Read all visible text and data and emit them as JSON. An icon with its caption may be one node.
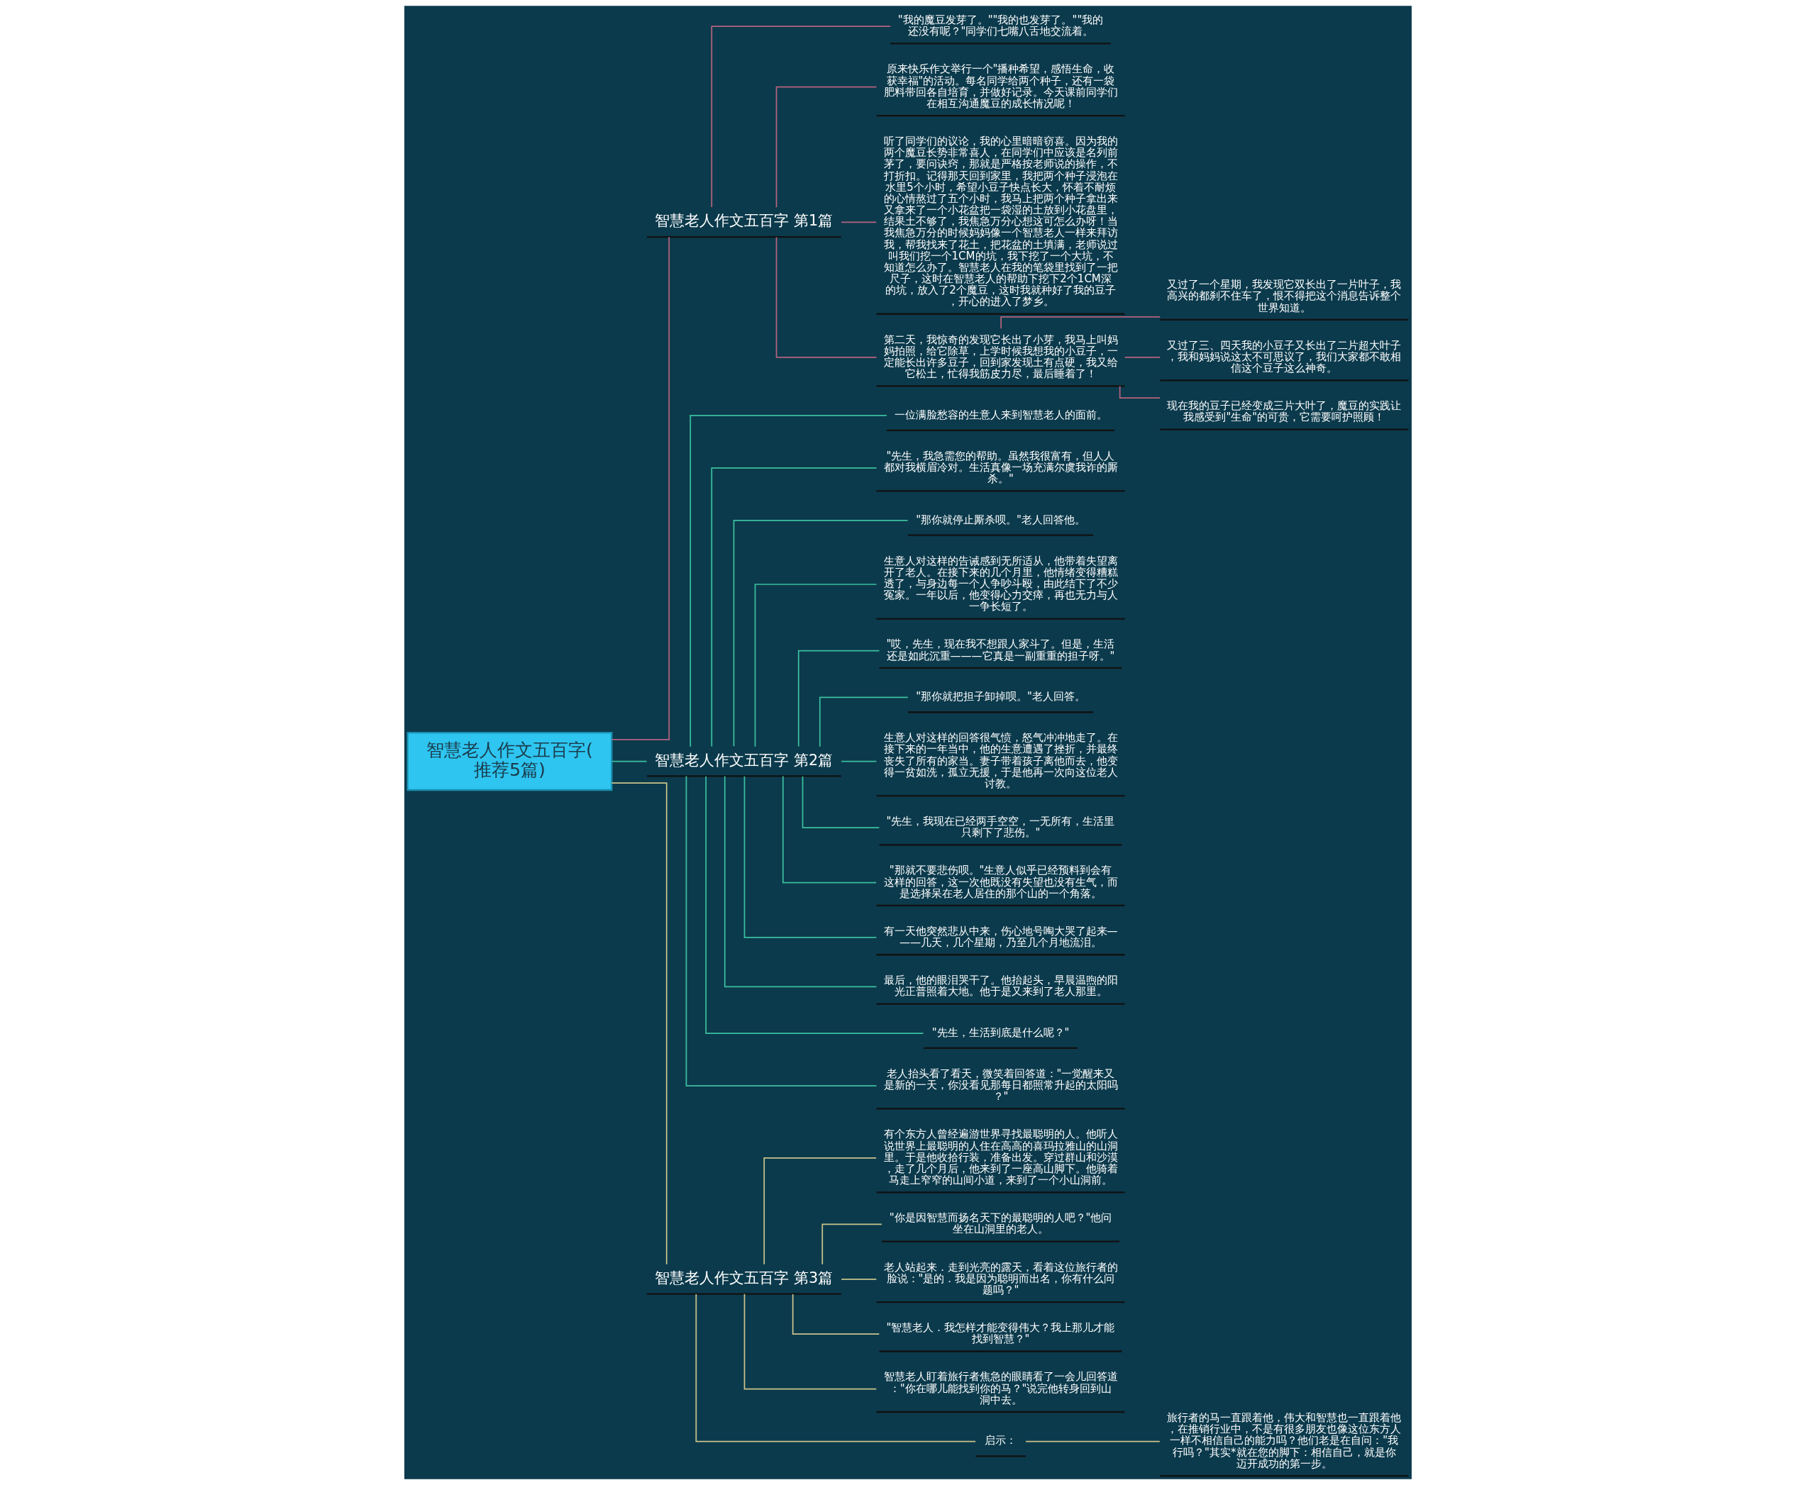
{
  "diagram": {
    "nodes": [
      {
        "text": [
          "智慧老人作文五百字(推荐5篇)"
        ]
      },
      {
        "text": [
          "智慧老人作文五百字 第1篇"
        ]
      },
      {
        "text": [
          "\"我的魔豆发芽了。\"\"我的也发芽了。\"\"我的还没有呢？\"同学们七嘴八舌地交流着。"
        ]
      },
      {
        "text": [
          "原来快乐作文举行一个\"播种希望，感悟生命，收获幸福\"的活动。每名同学给两个种子，还有一袋肥料带回各自培育，并做好记录。今天课前同学们在相互沟通魔豆的成长情况呢！"
        ]
      },
      {
        "text": [
          "听了同学们的议论，我的心里暗暗窃喜。因为我的两个魔豆长势非常喜人，在同学们中应该是名列前茅了，要问诀窍，那就是严格按老师说的操作，不打折扣。记得那天回到家里，我把两个种子浸泡在水里5个小时，希望小豆子快点长大，怀着不耐烦的心情熬过了五个小时，我马上把两个种子拿出来又拿来了一个小花盆把一袋湿的土放到小花盘里，结果土不够了，我焦急万分心想这可怎么办呀！当我焦急万分的时候妈妈像一个智慧老人一样来拜访我，帮我找来了花土，把花盆的土填满，老师说过叫我们挖一个1CM的坑，我下挖了一个大坑，不知道怎么办了。智慧老人在我的笔袋里找到了一把尺子，这时在智慧老人的帮助下挖下2个1CM深的坑，放入了2个魔豆，这时我就种好了我的豆子，开心的进入了梦乡。"
        ]
      },
      {
        "text": [
          "第二天，我惊奇的发现它长出了小芽，我马上叫妈妈拍照，给它除草，上学时候我想我的小豆子，一定能长出许多豆子，回到家发现土有点硬，我又给它松土，忙得我筋皮力尽，最后睡着了！"
        ]
      },
      {
        "text": [
          "又过了一个星期，我发现它双长出了一片叶子，我高兴的都刹不住车了，恨不得把这个消息告诉整个世界知道。"
        ]
      },
      {
        "text": [
          "又过了三、四天我的小豆子又长出了二片超大叶子，我和妈妈说这太不可思议了，我们大家都不敢相信这个豆子这么神奇。"
        ]
      },
      {
        "text": [
          "现在我的豆子已经变成三片大叶了，魔豆的实践让我感受到\"生命\"的可贵，它需要呵护照顾！"
        ]
      },
      {
        "text": [
          "智慧老人作文五百字 第2篇"
        ]
      },
      {
        "text": [
          "一位满脸愁容的生意人来到智慧老人的面前。"
        ]
      },
      {
        "text": [
          "\"先生，我急需您的帮助。虽然我很富有，但人人都对我横眉冷对。生活真像一场充满尔虞我诈的厮杀。\""
        ]
      },
      {
        "text": [
          "\"那你就停止厮杀呗。\"老人回答他。"
        ]
      },
      {
        "text": [
          "生意人对这样的告诫感到无所适从，他带着失望离开了老人。在接下来的几个月里，他情绪变得糟糕透了，与身边每一个人争吵斗殴，由此结下了不少冤家。一年以后，他变得心力交瘁，再也无力与人一争长短了。"
        ]
      },
      {
        "text": [
          "\"哎，先生，现在我不想跟人家斗了。但是，生活还是如此沉重———它真是一副重重的担子呀。\""
        ]
      },
      {
        "text": [
          "\"那你就把担子卸掉呗。\"老人回答。"
        ]
      },
      {
        "text": [
          "生意人对这样的回答很气愤，怒气冲冲地走了。在接下来的一年当中，他的生意遭遇了挫折，并最终丧失了所有的家当。妻子带着孩子离他而去，他变得一贫如洗，孤立无援，于是他再一次向这位老人讨教。"
        ]
      },
      {
        "text": [
          "\"先生，我现在已经两手空空，一无所有，生活里只剩下了悲伤。\""
        ]
      },
      {
        "text": [
          "\"那就不要悲伤呗。\"生意人似乎已经预料到会有这样的回答，这一次他既没有失望也没有生气，而是选择呆在老人居住的那个山的一个角落。"
        ]
      },
      {
        "text": [
          "有一天他突然悲从中来，伤心地号啕大哭了起来———几天，几个星期，乃至几个月地流泪。"
        ]
      },
      {
        "text": [
          "最后，他的眼泪哭干了。他抬起头，早晨温煦的阳光正普照着大地。他于是又来到了老人那里。"
        ]
      },
      {
        "text": [
          "\"先生，生活到底是什么呢？\""
        ]
      },
      {
        "text": [
          "老人抬头看了看天，微笑着回答道：\"一觉醒来又是新的一天，你没看见那每日都照常升起的太阳吗？\""
        ]
      },
      {
        "text": [
          "智慧老人作文五百字 第3篇"
        ]
      },
      {
        "text": [
          "有个东方人曾经遍游世界寻找最聪明的人。他听人说世界上最聪明的人住在高高的喜玛拉雅山的山洞里。于是他收拾行装，准备出发。穿过群山和沙漠，走了几个月后，他来到了一座高山脚下。他骑着马走上窄窄的山间小道，来到了一个小山洞前。"
        ]
      },
      {
        "text": [
          "\"你是因智慧而扬名天下的最聪明的人吧？\"他问坐在山洞里的老人。"
        ]
      },
      {
        "text": [
          "老人站起来．走到光亮的露天，看着这位旅行者的脸说：\"是的．我是因为聪明而出名，你有什么问题吗？\""
        ]
      },
      {
        "text": [
          "\"智慧老人．我怎样才能变得伟大？我上那儿才能找到智慧？\""
        ]
      },
      {
        "text": [
          "智慧老人盯着旅行者焦急的眼睛看了一会儿回答道：\"你在哪儿能找到你的马？\"说完他转身回到山洞中去。"
        ]
      },
      {
        "text": [
          "启示："
        ]
      },
      {
        "text": [
          "旅行者的马一直跟着他，伟大和智慧也一直跟着他，在推销行业中，不是有很多朋友也像这位东方人一样不相信自己的能力吗？他们老是在自问：\"我行吗？\"其实*就在您的脚下：相信自己，就是你迈开成功的第一步。"
        ]
      }
    ],
    "edges": [
      {
        "from": 0,
        "to": 1,
        "arrow": "none",
        "color": "#b5637f"
      },
      {
        "from": 1,
        "to": 2,
        "arrow": "none",
        "color": "#b5637f"
      },
      {
        "from": 1,
        "to": 3,
        "arrow": "none",
        "color": "#b5637f"
      },
      {
        "from": 1,
        "to": 4,
        "arrow": "none",
        "color": "#b5637f"
      },
      {
        "from": 1,
        "to": 5,
        "arrow": "none",
        "color": "#b5637f"
      },
      {
        "from": 5,
        "to": 6,
        "arrow": "none",
        "color": "#b5637f"
      },
      {
        "from": 5,
        "to": 7,
        "arrow": "none",
        "color": "#b5637f"
      },
      {
        "from": 5,
        "to": 8,
        "arrow": "none",
        "color": "#b5637f"
      },
      {
        "from": 0,
        "to": 9,
        "arrow": "none"
      },
      {
        "from": 9,
        "to": 10,
        "arrow": "none"
      },
      {
        "from": 9,
        "to": 11,
        "arrow": "none"
      },
      {
        "from": 9,
        "to": 12,
        "arrow": "none"
      },
      {
        "from": 9,
        "to": 13,
        "arrow": "none"
      },
      {
        "from": 9,
        "to": 14,
        "arrow": "none"
      },
      {
        "from": 9,
        "to": 15,
        "arrow": "none"
      },
      {
        "from": 9,
        "to": 16,
        "arrow": "none"
      },
      {
        "from": 9,
        "to": 17,
        "arrow": "none"
      },
      {
        "from": 9,
        "to": 18,
        "arrow": "none"
      },
      {
        "from": 9,
        "to": 19,
        "arrow": "none"
      },
      {
        "from": 9,
        "to": 20,
        "arrow": "none"
      },
      {
        "from": 9,
        "to": 21,
        "arrow": "none"
      },
      {
        "from": 9,
        "to": 22,
        "arrow": "none"
      },
      {
        "from": 0,
        "to": 23,
        "arrow": "none",
        "color": "#c9c48a"
      },
      {
        "from": 23,
        "to": 24,
        "arrow": "none",
        "color": "#c9c48a"
      },
      {
        "from": 23,
        "to": 25,
        "arrow": "none",
        "color": "#c9c48a"
      },
      {
        "from": 23,
        "to": 26,
        "arrow": "none",
        "color": "#c9c48a"
      },
      {
        "from": 23,
        "to": 27,
        "arrow": "none",
        "color": "#c9c48a"
      },
      {
        "from": 23,
        "to": 28,
        "arrow": "none",
        "color": "#c9c48a"
      },
      {
        "from": 23,
        "to": 29,
        "arrow": "none",
        "color": "#c9c48a"
      },
      {
        "from": 29,
        "to": 30,
        "arrow": "none",
        "color": "#c9c48a"
      }
    ]
  }
}
